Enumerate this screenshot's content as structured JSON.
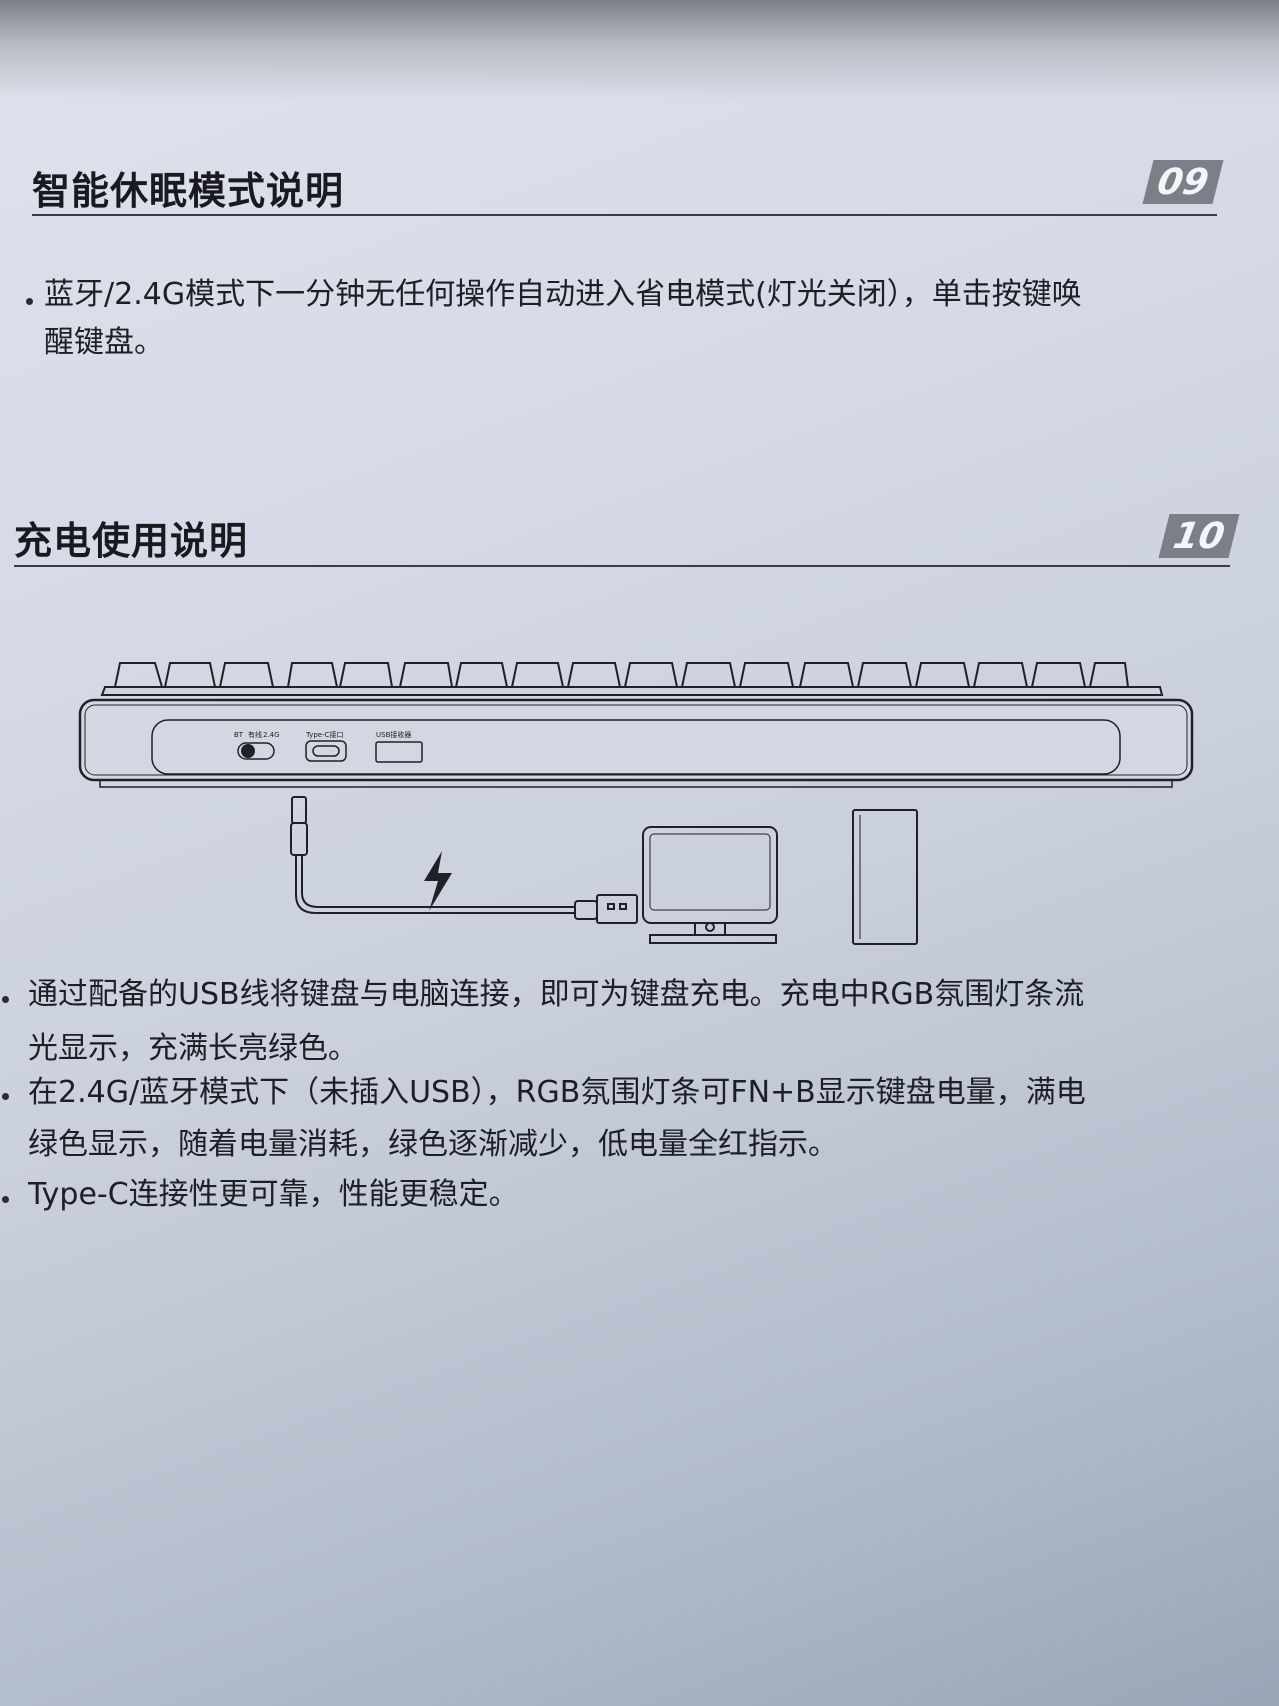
{
  "sections": [
    {
      "title": "智能休眠模式说明",
      "page_number": "09",
      "paragraphs": [
        {
          "line1": "蓝牙/2.4G模式下一分钟无任何操作自动进入省电模式(灯光关闭），单击按键唤",
          "line2": "醒键盘。"
        }
      ]
    },
    {
      "title": "充电使用说明",
      "page_number": "10",
      "diagram": {
        "switch_label_bt": "BT",
        "switch_label_wired": "有线",
        "switch_label_24g": "2.4G",
        "typec_label": "Type-C接口",
        "usb_receiver_label": "USB接收器",
        "icons": [
          "keyboard-rear-view",
          "usb-c-cable",
          "lightning-icon",
          "monitor",
          "pc-tower"
        ]
      },
      "paragraphs": [
        {
          "line1": "通过配备的USB线将键盘与电脑连接，即可为键盘充电。充电中RGB氛围灯条流",
          "line2": "光显示，充满长亮绿色。"
        },
        {
          "line1": "在2.4G/蓝牙模式下（未插入USB），RGB氛围灯条可FN+B显示键盘电量，满电",
          "line2": "绿色显示，随着电量消耗，绿色逐渐减少，低电量全红指示。"
        },
        {
          "line1": "Type-C连接性更可靠，性能更稳定。"
        }
      ]
    }
  ],
  "colors": {
    "paper": "#d6dae6",
    "text": "#1e1f25",
    "badge": "#7a7f88"
  }
}
